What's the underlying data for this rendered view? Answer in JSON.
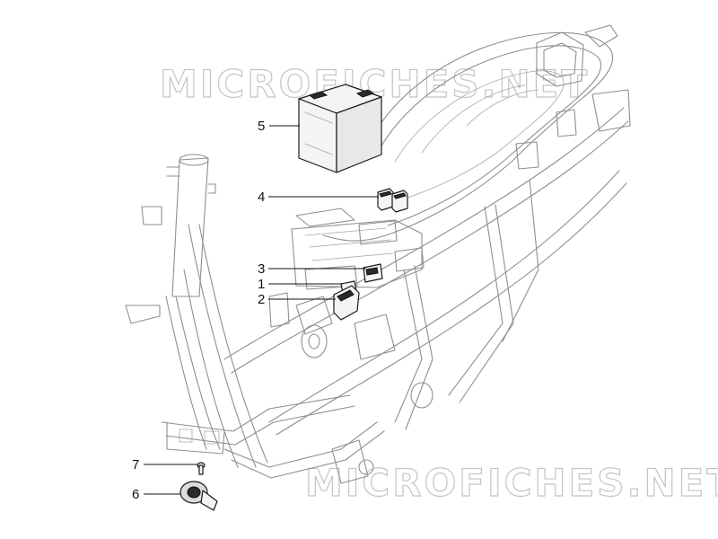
{
  "watermark_top": "MICROFICHES.NET",
  "watermark_bottom": "MICROFICHES.NET",
  "callouts": {
    "c1": "1",
    "c2": "2",
    "c3": "3",
    "c4": "4",
    "c5": "5",
    "c6": "6",
    "c7": "7"
  },
  "colors": {
    "line_art": "#8f8f8f",
    "parts_outline": "#1a1a1a",
    "watermark_outline": "#c4c4c4"
  }
}
